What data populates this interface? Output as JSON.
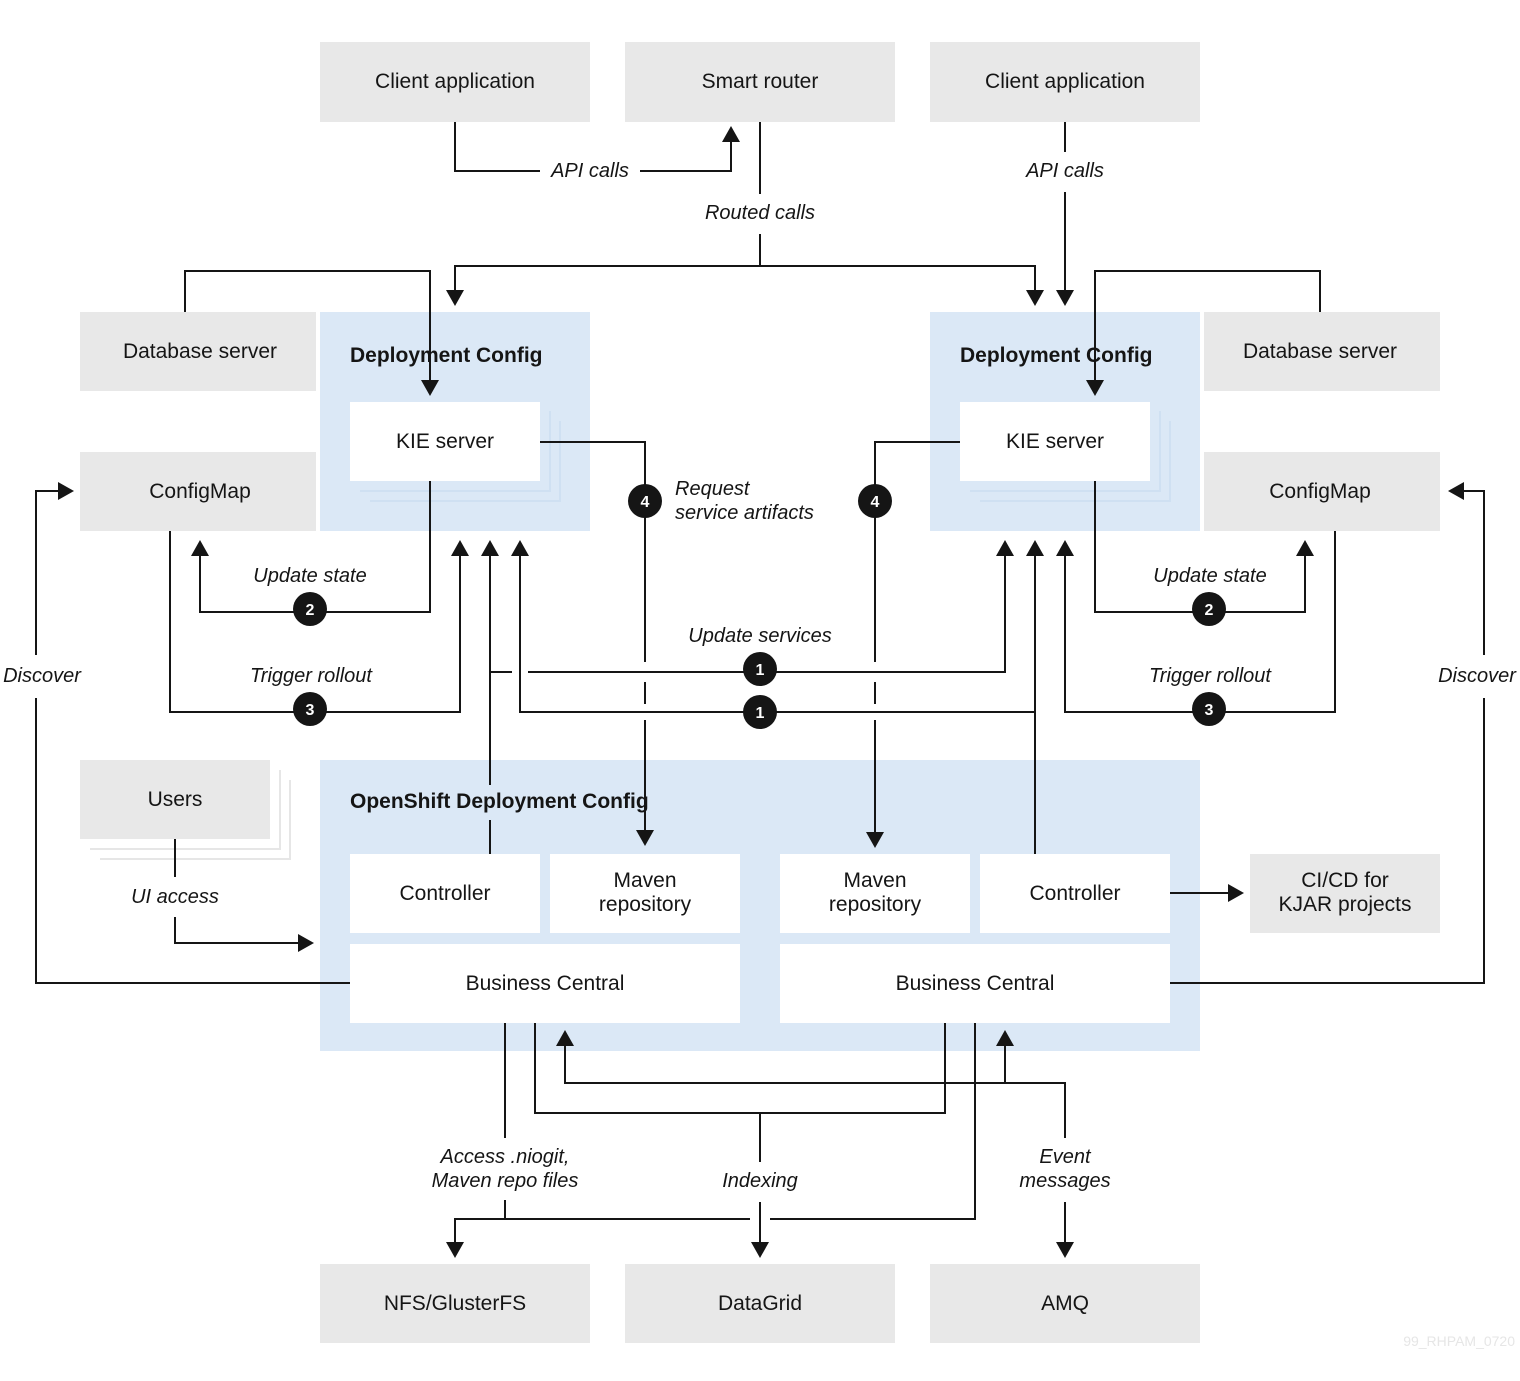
{
  "boxes": {
    "client_app_left": "Client application",
    "smart_router": "Smart router",
    "client_app_right": "Client application",
    "db_left": "Database server",
    "db_right": "Database server",
    "dc_left_title": "Deployment Config",
    "dc_right_title": "Deployment Config",
    "kie_left": "KIE server",
    "kie_right": "KIE server",
    "configmap_left": "ConfigMap",
    "configmap_right": "ConfigMap",
    "users": "Users",
    "openshift_title": "OpenShift Deployment Config",
    "controller_left": "Controller",
    "maven_left_1": "Maven",
    "maven_left_2": "repository",
    "maven_right_1": "Maven",
    "maven_right_2": "repository",
    "controller_right": "Controller",
    "bc_left": "Business Central",
    "bc_right": "Business Central",
    "cicd_1": "CI/CD for",
    "cicd_2": "KJAR projects",
    "nfs": "NFS/GlusterFS",
    "datagrid": "DataGrid",
    "amq": "AMQ"
  },
  "labels": {
    "api_calls_left": "API calls",
    "api_calls_right": "API calls",
    "routed_calls": "Routed calls",
    "request_1": "Request",
    "request_2": "service artifacts",
    "update_state_left": "Update state",
    "update_state_right": "Update state",
    "update_services": "Update services",
    "trigger_rollout_left": "Trigger rollout",
    "trigger_rollout_right": "Trigger rollout",
    "discover_left": "Discover",
    "discover_right": "Discover",
    "ui_access": "UI access",
    "access_1": "Access .niogit,",
    "access_2": "Maven repo files",
    "indexing": "Indexing",
    "event_1": "Event",
    "event_2": "messages"
  },
  "steps": {
    "n1": "1",
    "n2": "2",
    "n3": "3",
    "n4": "4"
  },
  "watermark": "99_RHPAM_0720"
}
